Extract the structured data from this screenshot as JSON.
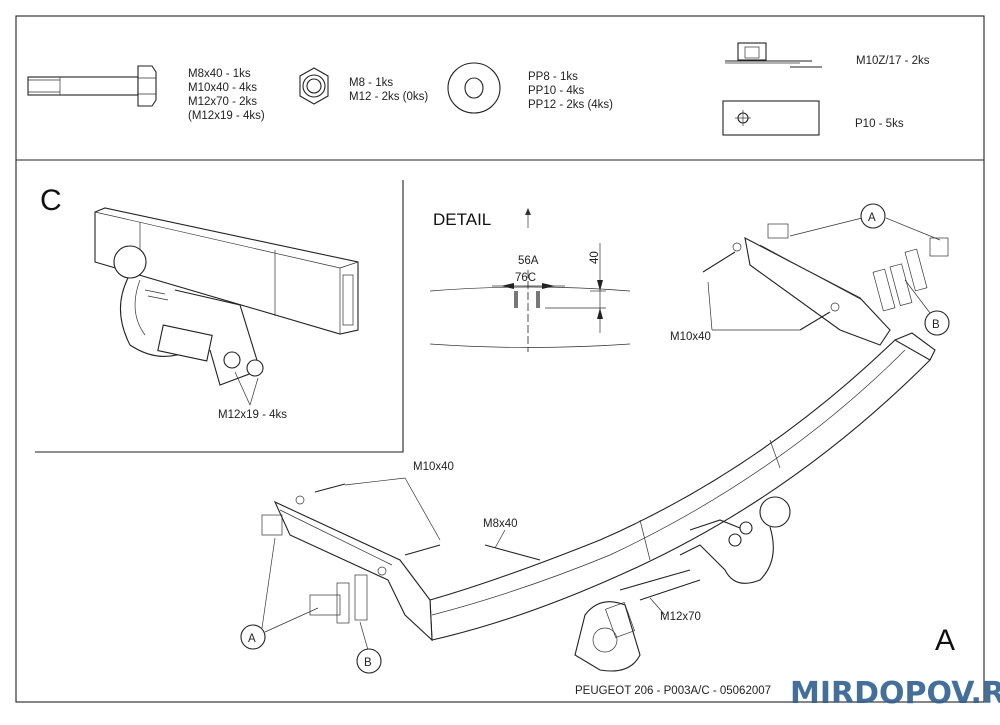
{
  "parts": {
    "bolts": [
      "M8x40 - 1ks",
      "M10x40 - 4ks",
      "M12x70 - 2ks",
      "(M12x19 - 4ks)"
    ],
    "nuts": [
      "M8 - 1ks",
      "M12 - 2ks (0ks)"
    ],
    "washers": [
      "PP8 - 1ks",
      "PP10 - 4ks",
      "PP12 - 2ks (4ks)"
    ],
    "cage_nut": "M10Z/17 - 2ks",
    "plate": "P10 - 5ks"
  },
  "view_c": {
    "letter": "C",
    "bolt_label": "M12x19 - 4ks"
  },
  "detail": {
    "title": "DETAIL",
    "dim_top": "56A",
    "dim_bottom": "76C",
    "dim_height": "40"
  },
  "main": {
    "label_a": "A",
    "label_b": "B",
    "m10x40_right": "M10x40",
    "m10x40_left": "M10x40",
    "m8x40": "M8x40",
    "m12x70": "M12x70",
    "view_letter": "A"
  },
  "footer": {
    "code": "PEUGEOT 206 - P003A/C - 05062007",
    "watermark": "MIRDOPOV.RU"
  }
}
